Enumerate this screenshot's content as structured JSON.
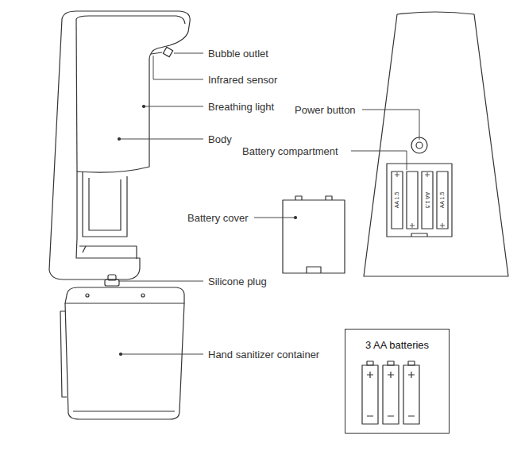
{
  "diagram": {
    "nodes": [
      {
        "text": [
          "3 AA batteries"
        ]
      }
    ],
    "labels": [
      "Bubble outlet",
      "Infrared sensor",
      "Breathing light",
      "Body",
      "Power button",
      "Battery compartment",
      "Battery cover",
      "Silicone plug",
      "Hand sanitizer container",
      "AA 1.5",
      "AA 1.5",
      "AA 1.5"
    ]
  }
}
